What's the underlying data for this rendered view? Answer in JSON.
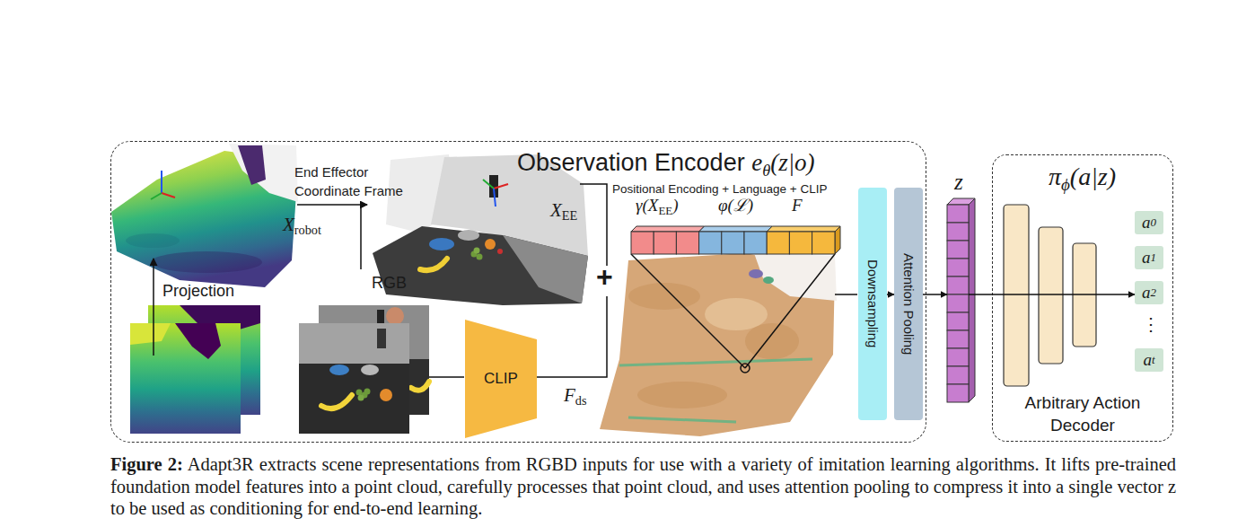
{
  "diagram": {
    "caption": "Figure 2: Adapt3R extracts scene representations from RGBD inputs for use with a variety of imitation learning algorithms. It lifts pre-trained foundation model features into a point cloud, carefully processes that point cloud, and uses attention pooling to compress it into a single vector z to be used as conditioning for end-to-end learning.",
    "nodes": [
      {
        "text": [
          "Observation Encoder eθ(z|o)"
        ]
      },
      {
        "text": [
          "CLIP"
        ],
        "in": 0
      },
      {
        "text": [
          "Downsampling"
        ],
        "in": 0
      },
      {
        "text": [
          "Attention Pooling"
        ],
        "in": 0
      },
      {
        "text": [
          "z"
        ]
      },
      {
        "text": [
          "πϕ(a|z)",
          "Arbitrary Action Decoder"
        ]
      },
      {
        "text": [
          "a0"
        ],
        "in": 5
      },
      {
        "text": [
          "a1"
        ],
        "in": 5
      },
      {
        "text": [
          "a2"
        ],
        "in": 5
      },
      {
        "text": [
          "at"
        ],
        "in": 5
      }
    ],
    "edges": [
      {
        "from": 2,
        "to": 3,
        "arrow": "to"
      },
      {
        "from": 3,
        "to": 4,
        "arrow": "to"
      },
      {
        "from": 4,
        "to": 8,
        "arrow": "to"
      }
    ],
    "labels": [
      "End Effector Coordinate Frame",
      "Xrobot",
      "Projection",
      "RGB",
      "XEE",
      "Positional Encoding + Language + CLIP",
      "γ(XEE)",
      "φ(ℒ)",
      "F",
      "Fds",
      "+",
      "⋮"
    ]
  }
}
